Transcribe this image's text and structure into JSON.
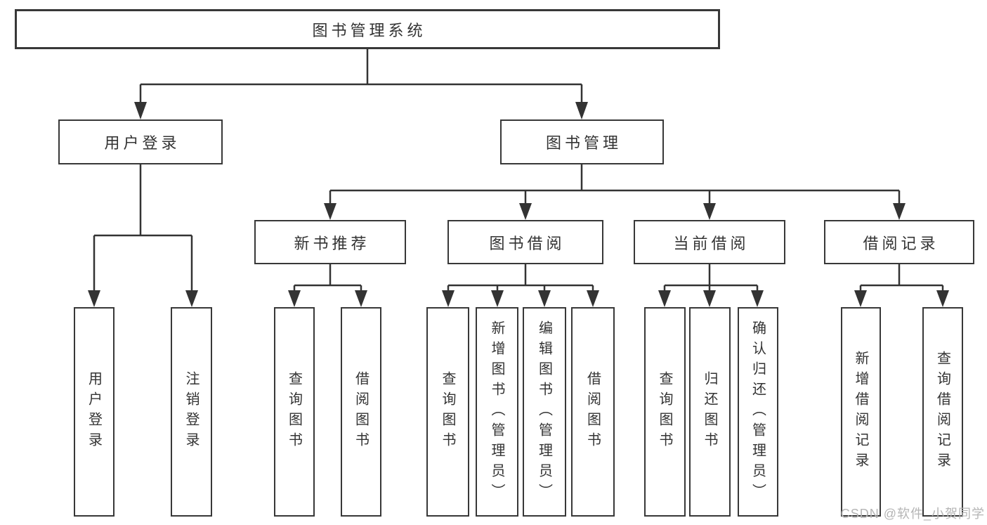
{
  "diagram": {
    "type": "tree",
    "root": {
      "label": "图书管理系统"
    },
    "level2": [
      {
        "label": "用户登录"
      },
      {
        "label": "图书管理"
      }
    ],
    "level3": [
      {
        "label": "新书推荐"
      },
      {
        "label": "图书借阅"
      },
      {
        "label": "当前借阅"
      },
      {
        "label": "借阅记录"
      }
    ],
    "leaves": [
      {
        "label": "用户登录",
        "parent": "用户登录"
      },
      {
        "label": "注销登录",
        "parent": "用户登录"
      },
      {
        "label": "查询图书",
        "parent": "新书推荐"
      },
      {
        "label": "借阅图书",
        "parent": "新书推荐"
      },
      {
        "label": "查询图书",
        "parent": "图书借阅"
      },
      {
        "label": "新增图书（管理员）",
        "parent": "图书借阅"
      },
      {
        "label": "编辑图书（管理员）",
        "parent": "图书借阅"
      },
      {
        "label": "借阅图书",
        "parent": "图书借阅"
      },
      {
        "label": "查询图书",
        "parent": "当前借阅"
      },
      {
        "label": "归还图书",
        "parent": "当前借阅"
      },
      {
        "label": "确认归还（管理员）",
        "parent": "当前借阅"
      },
      {
        "label": "新增借阅记录",
        "parent": "借阅记录"
      },
      {
        "label": "查询借阅记录",
        "parent": "借阅记录"
      }
    ]
  },
  "watermark": {
    "text": "CSDN @软件_小贺同学"
  },
  "colors": {
    "line": "#333333",
    "box_border": "#383838",
    "text": "#333333",
    "background": "#ffffff",
    "watermark": "#b5b5b5"
  }
}
